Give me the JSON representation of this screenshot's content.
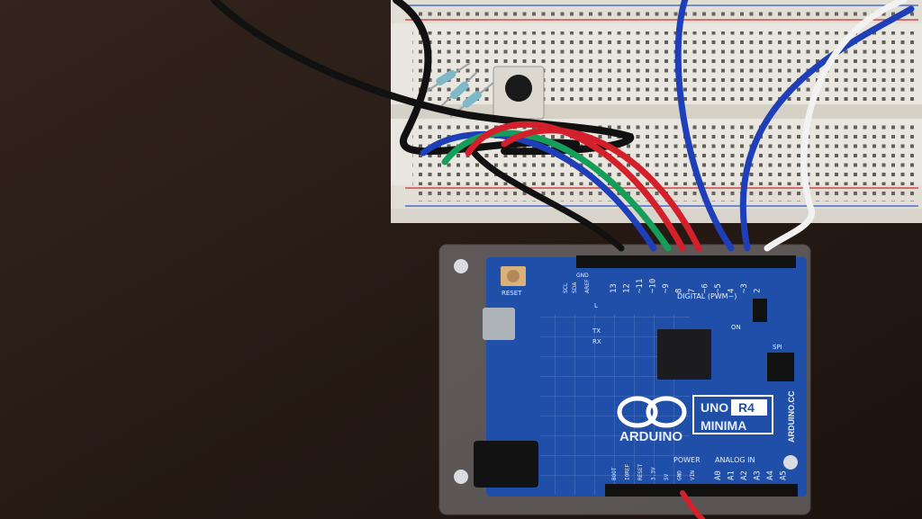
{
  "board": {
    "logo_word": "ARDUINO",
    "model_line1": "UNO",
    "model_r4": "R4",
    "model_line2": "MINIMA",
    "side_brand": "ARDUINO.CC",
    "digital_label": "DIGITAL (PWM~)",
    "power_label": "POWER",
    "analog_label": "ANALOG IN",
    "reset_label": "RESET",
    "gnd_label": "GND",
    "spi_label": "SPI",
    "on_label": "ON",
    "l_label": "L",
    "tx_label": "TX",
    "rx_label": "RX",
    "aref_label": "AREF",
    "scl_label": "SCL",
    "sda_label": "SDA",
    "digital_pins": [
      "13",
      "12",
      "~11",
      "~10",
      "~9",
      "8",
      "7",
      "~6",
      "~5",
      "4",
      "~3",
      "2"
    ],
    "power_pins": [
      "BOOT",
      "IOREF",
      "RESET",
      "3.3V",
      "5V",
      "GND",
      "VIN"
    ],
    "analog_pins": [
      "A0",
      "A1",
      "A2",
      "A3",
      "A4",
      "A5"
    ]
  },
  "colors": {
    "table": "#2a1d18",
    "board": "#1f4fa8",
    "breadboard": "#e9e6df",
    "wire_red": "#d4202a",
    "wire_blue": "#1f3fb8",
    "wire_green": "#159e5a",
    "wire_black": "#111111",
    "wire_white": "#f2f2f2"
  }
}
